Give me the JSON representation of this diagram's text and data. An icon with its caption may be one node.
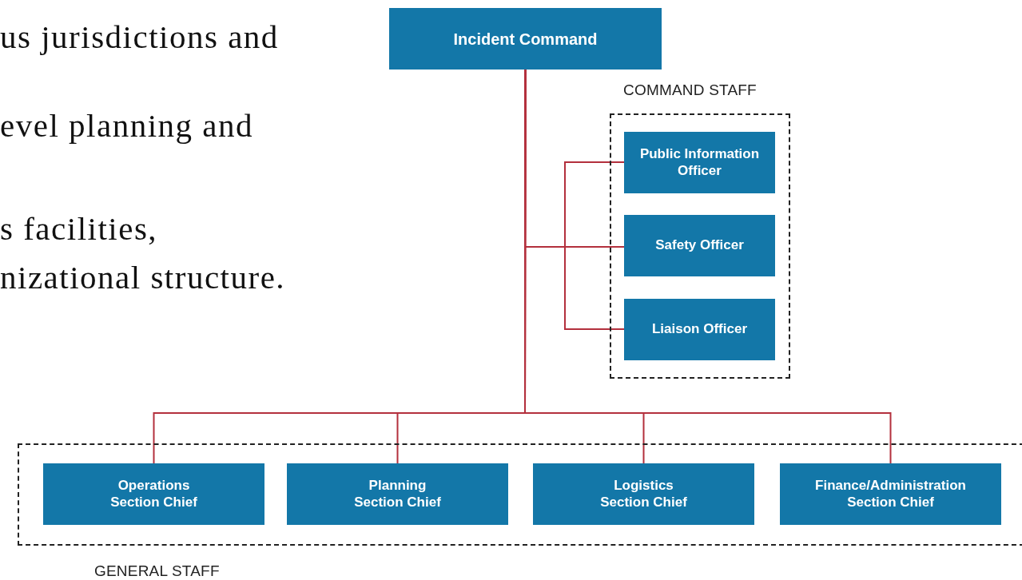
{
  "diagram": {
    "nodes": [
      {
        "text": [
          "Incident Command"
        ]
      },
      {
        "text": [
          "COMMAND STAFF"
        ]
      },
      {
        "text": [
          "Public Information Officer"
        ],
        "in": 1
      },
      {
        "text": [
          "Safety Officer"
        ],
        "in": 1
      },
      {
        "text": [
          "Liaison Officer"
        ],
        "in": 1
      },
      {
        "text": [
          "GENERAL STAFF"
        ]
      },
      {
        "text": [
          "Operations Section Chief"
        ],
        "in": 5
      },
      {
        "text": [
          "Planning Section Chief"
        ],
        "in": 5
      },
      {
        "text": [
          "Logistics Section Chief"
        ],
        "in": 5
      },
      {
        "text": [
          "Finance/Administration Section Chief"
        ],
        "in": 5
      }
    ],
    "edges": [
      {
        "from": 0,
        "to": 2,
        "arrow": "none"
      },
      {
        "from": 0,
        "to": 3,
        "arrow": "none"
      },
      {
        "from": 0,
        "to": 4,
        "arrow": "none"
      },
      {
        "from": 0,
        "to": 6,
        "arrow": "none"
      },
      {
        "from": 0,
        "to": 7,
        "arrow": "none"
      },
      {
        "from": 0,
        "to": 8,
        "arrow": "none"
      },
      {
        "from": 0,
        "to": 9,
        "arrow": "none"
      }
    ],
    "labels": [
      "us jurisdictions and",
      "evel planning and",
      "s facilities,",
      "nizational structure."
    ]
  }
}
